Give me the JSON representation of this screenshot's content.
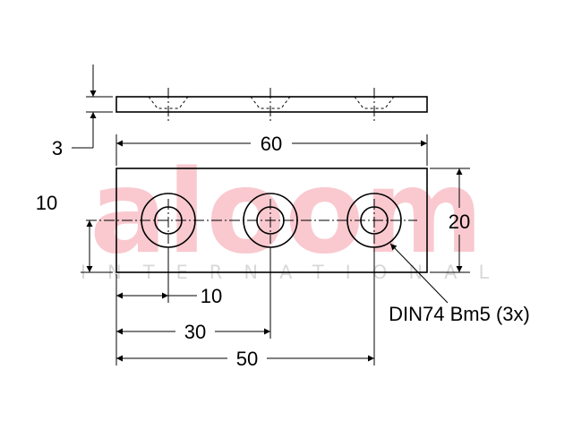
{
  "watermark": {
    "main_text": "aloom",
    "sub_text": "INTERNATIONAL",
    "color": "#f9c9cf"
  },
  "dimensions": {
    "thickness": "3",
    "overall_length": "60",
    "height": "20",
    "hole_offset_y": "10",
    "hole_offset_x": "10",
    "hole_spacing_mid": "30",
    "hole_spacing_last": "50"
  },
  "callout": {
    "label": "DIN74 Bm5 (3x)"
  },
  "colors": {
    "line": "#000000",
    "background": "#ffffff"
  }
}
